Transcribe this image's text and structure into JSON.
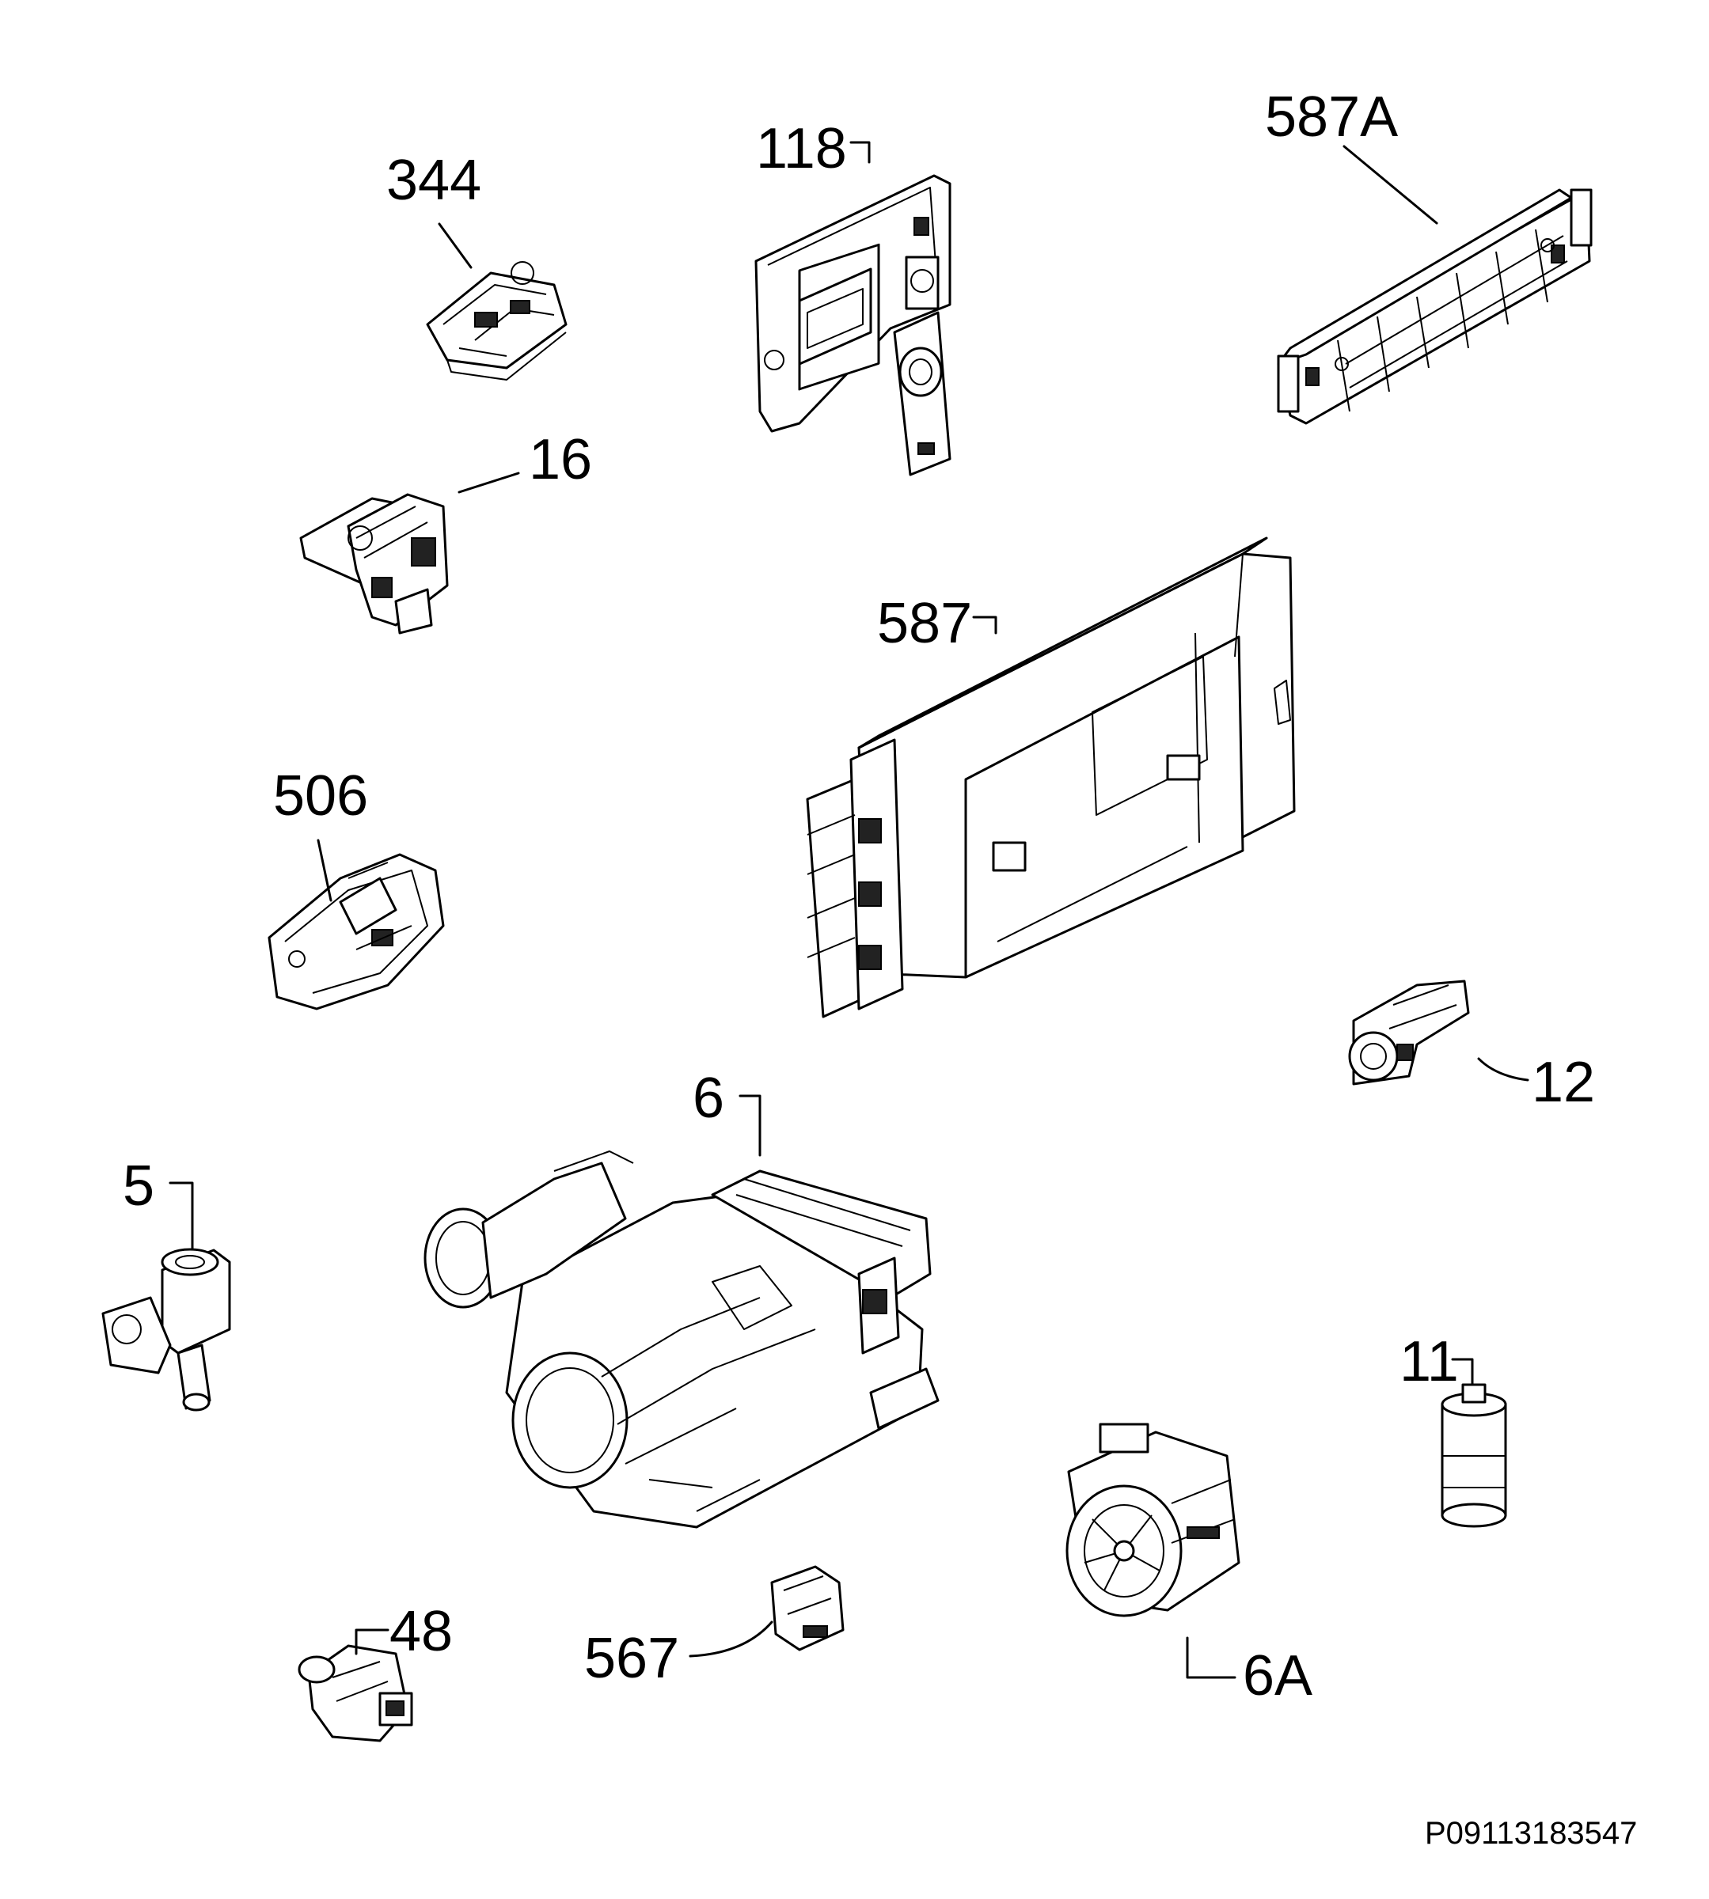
{
  "labels": {
    "p344": "344",
    "p118": "118",
    "p587A": "587A",
    "p16": "16",
    "p587": "587",
    "p506": "506",
    "p12": "12",
    "p6": "6",
    "p5": "5",
    "p11": "11",
    "p48": "48",
    "p567": "567",
    "p6A": "6A"
  },
  "drawing_code": "P09113183547"
}
